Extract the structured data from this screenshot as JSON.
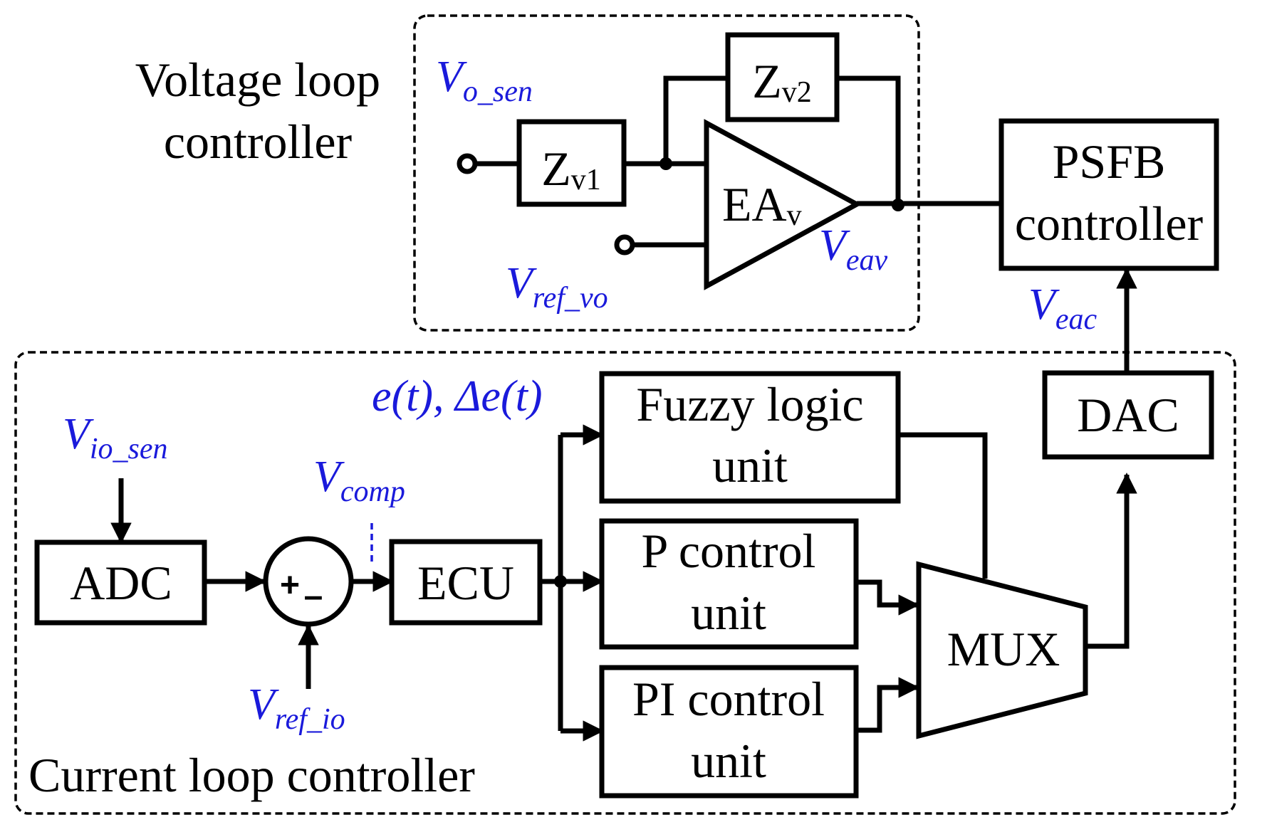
{
  "colors": {
    "signal": "#1a1adb",
    "line": "#000000",
    "background": "#ffffff"
  },
  "regions": {
    "voltage": [
      "Voltage loop",
      "controller"
    ],
    "current": "Current loop controller"
  },
  "blocks": {
    "zv1": {
      "main": "Z",
      "sub": "v1"
    },
    "zv2": {
      "main": "Z",
      "sub": "v2"
    },
    "ea": {
      "main": "EA",
      "sub": "v"
    },
    "psfb": [
      "PSFB",
      "controller"
    ],
    "dac": "DAC",
    "adc": "ADC",
    "ecu": "ECU",
    "fuzzy": [
      "Fuzzy logic",
      "unit"
    ],
    "p": [
      "P control",
      "unit"
    ],
    "pi": [
      "PI control",
      "unit"
    ],
    "mux": "MUX",
    "sum_plus": "+",
    "sum_minus": "–"
  },
  "signals": {
    "vo_sen": {
      "main": "V",
      "sub": "o_sen"
    },
    "vref_vo": {
      "main": "V",
      "sub": "ref_vo"
    },
    "veav": {
      "main": "V",
      "sub": "eav"
    },
    "veac": {
      "main": "V",
      "sub": "eac"
    },
    "vio_sen": {
      "main": "V",
      "sub": "io_sen"
    },
    "vcomp": {
      "main": "V",
      "sub": "comp"
    },
    "vref_io": {
      "main": "V",
      "sub": "ref_io"
    },
    "error": "e(t), Δe(t)"
  }
}
